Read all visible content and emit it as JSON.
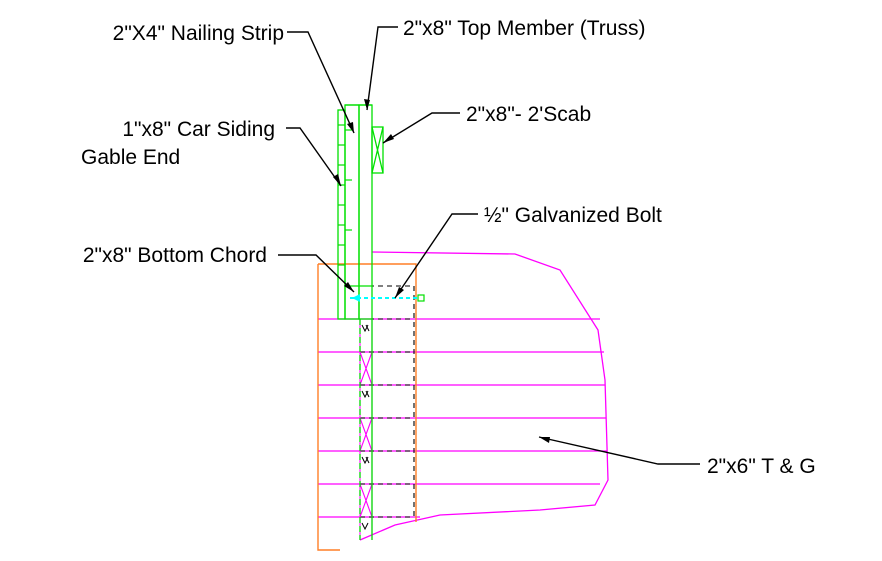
{
  "labels": {
    "nailing_strip": "2\"X4\" Nailing Strip",
    "top_member": "2\"x8\" Top Member (Truss)",
    "scab": "2\"x8\"- 2'Scab",
    "car_siding_line1": "1\"x8\" Car Siding",
    "car_siding_line2": "Gable End",
    "bolt": "½\" Galvanized Bolt",
    "bottom_chord": "2\"x8\" Bottom Chord",
    "tongue_groove": "2\"x6\" T & G"
  },
  "colors": {
    "text": "#000000",
    "member": "#00e000",
    "decking": "#ff00ff",
    "post": "#ff7f27",
    "bolt": "#00ffff",
    "hidden": "#000000"
  }
}
